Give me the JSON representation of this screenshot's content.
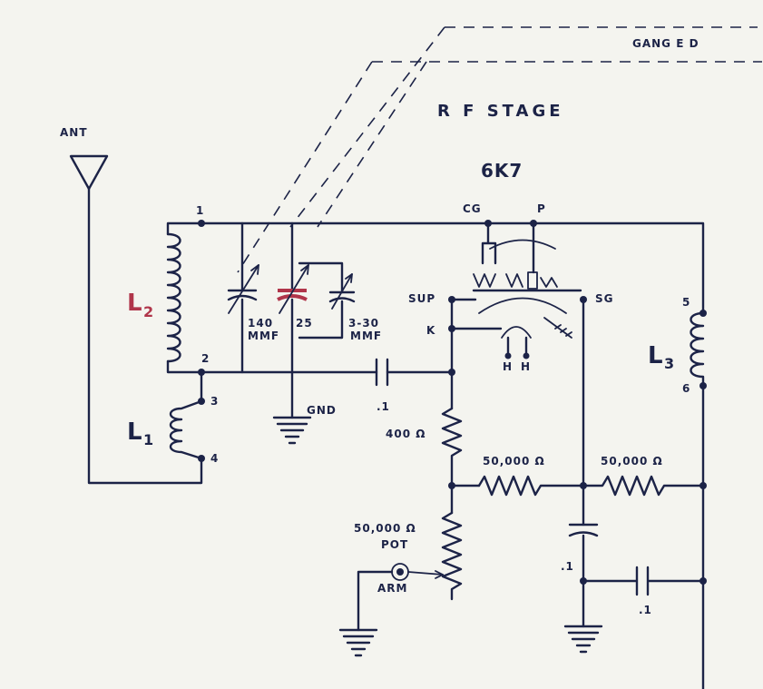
{
  "labels": {
    "ganged": "GANG E D",
    "rf_stage": "R F  STAGE",
    "tube": "6K7",
    "ant": "ANT",
    "node1": "1",
    "node2": "2",
    "node3": "3",
    "node4": "4",
    "node5": "5",
    "node6": "6",
    "cg": "CG",
    "p": "P",
    "sup": "SUP",
    "k": "K",
    "sg": "SG",
    "h1": "H",
    "h2": "H",
    "l2_main": "L",
    "l2_sub": "2",
    "l1_main": "L",
    "l1_sub": "1",
    "l3_main": "L",
    "l3_sub": "3",
    "cap140_a": "140",
    "cap140_b": "MMF",
    "cap25": "25",
    "cap330_a": "3-30",
    "cap330_b": "MMF",
    "gnd": "GND",
    "cap_p1_a": ".1",
    "r400": "400 Ω",
    "r50k_a": "50,000 Ω",
    "r50k_b": "50,000 Ω",
    "pot_val": "50,000 Ω",
    "pot": "POT",
    "arm": "ARM",
    "cap_p1_b": ".1",
    "cap_p1_c": ".1"
  }
}
